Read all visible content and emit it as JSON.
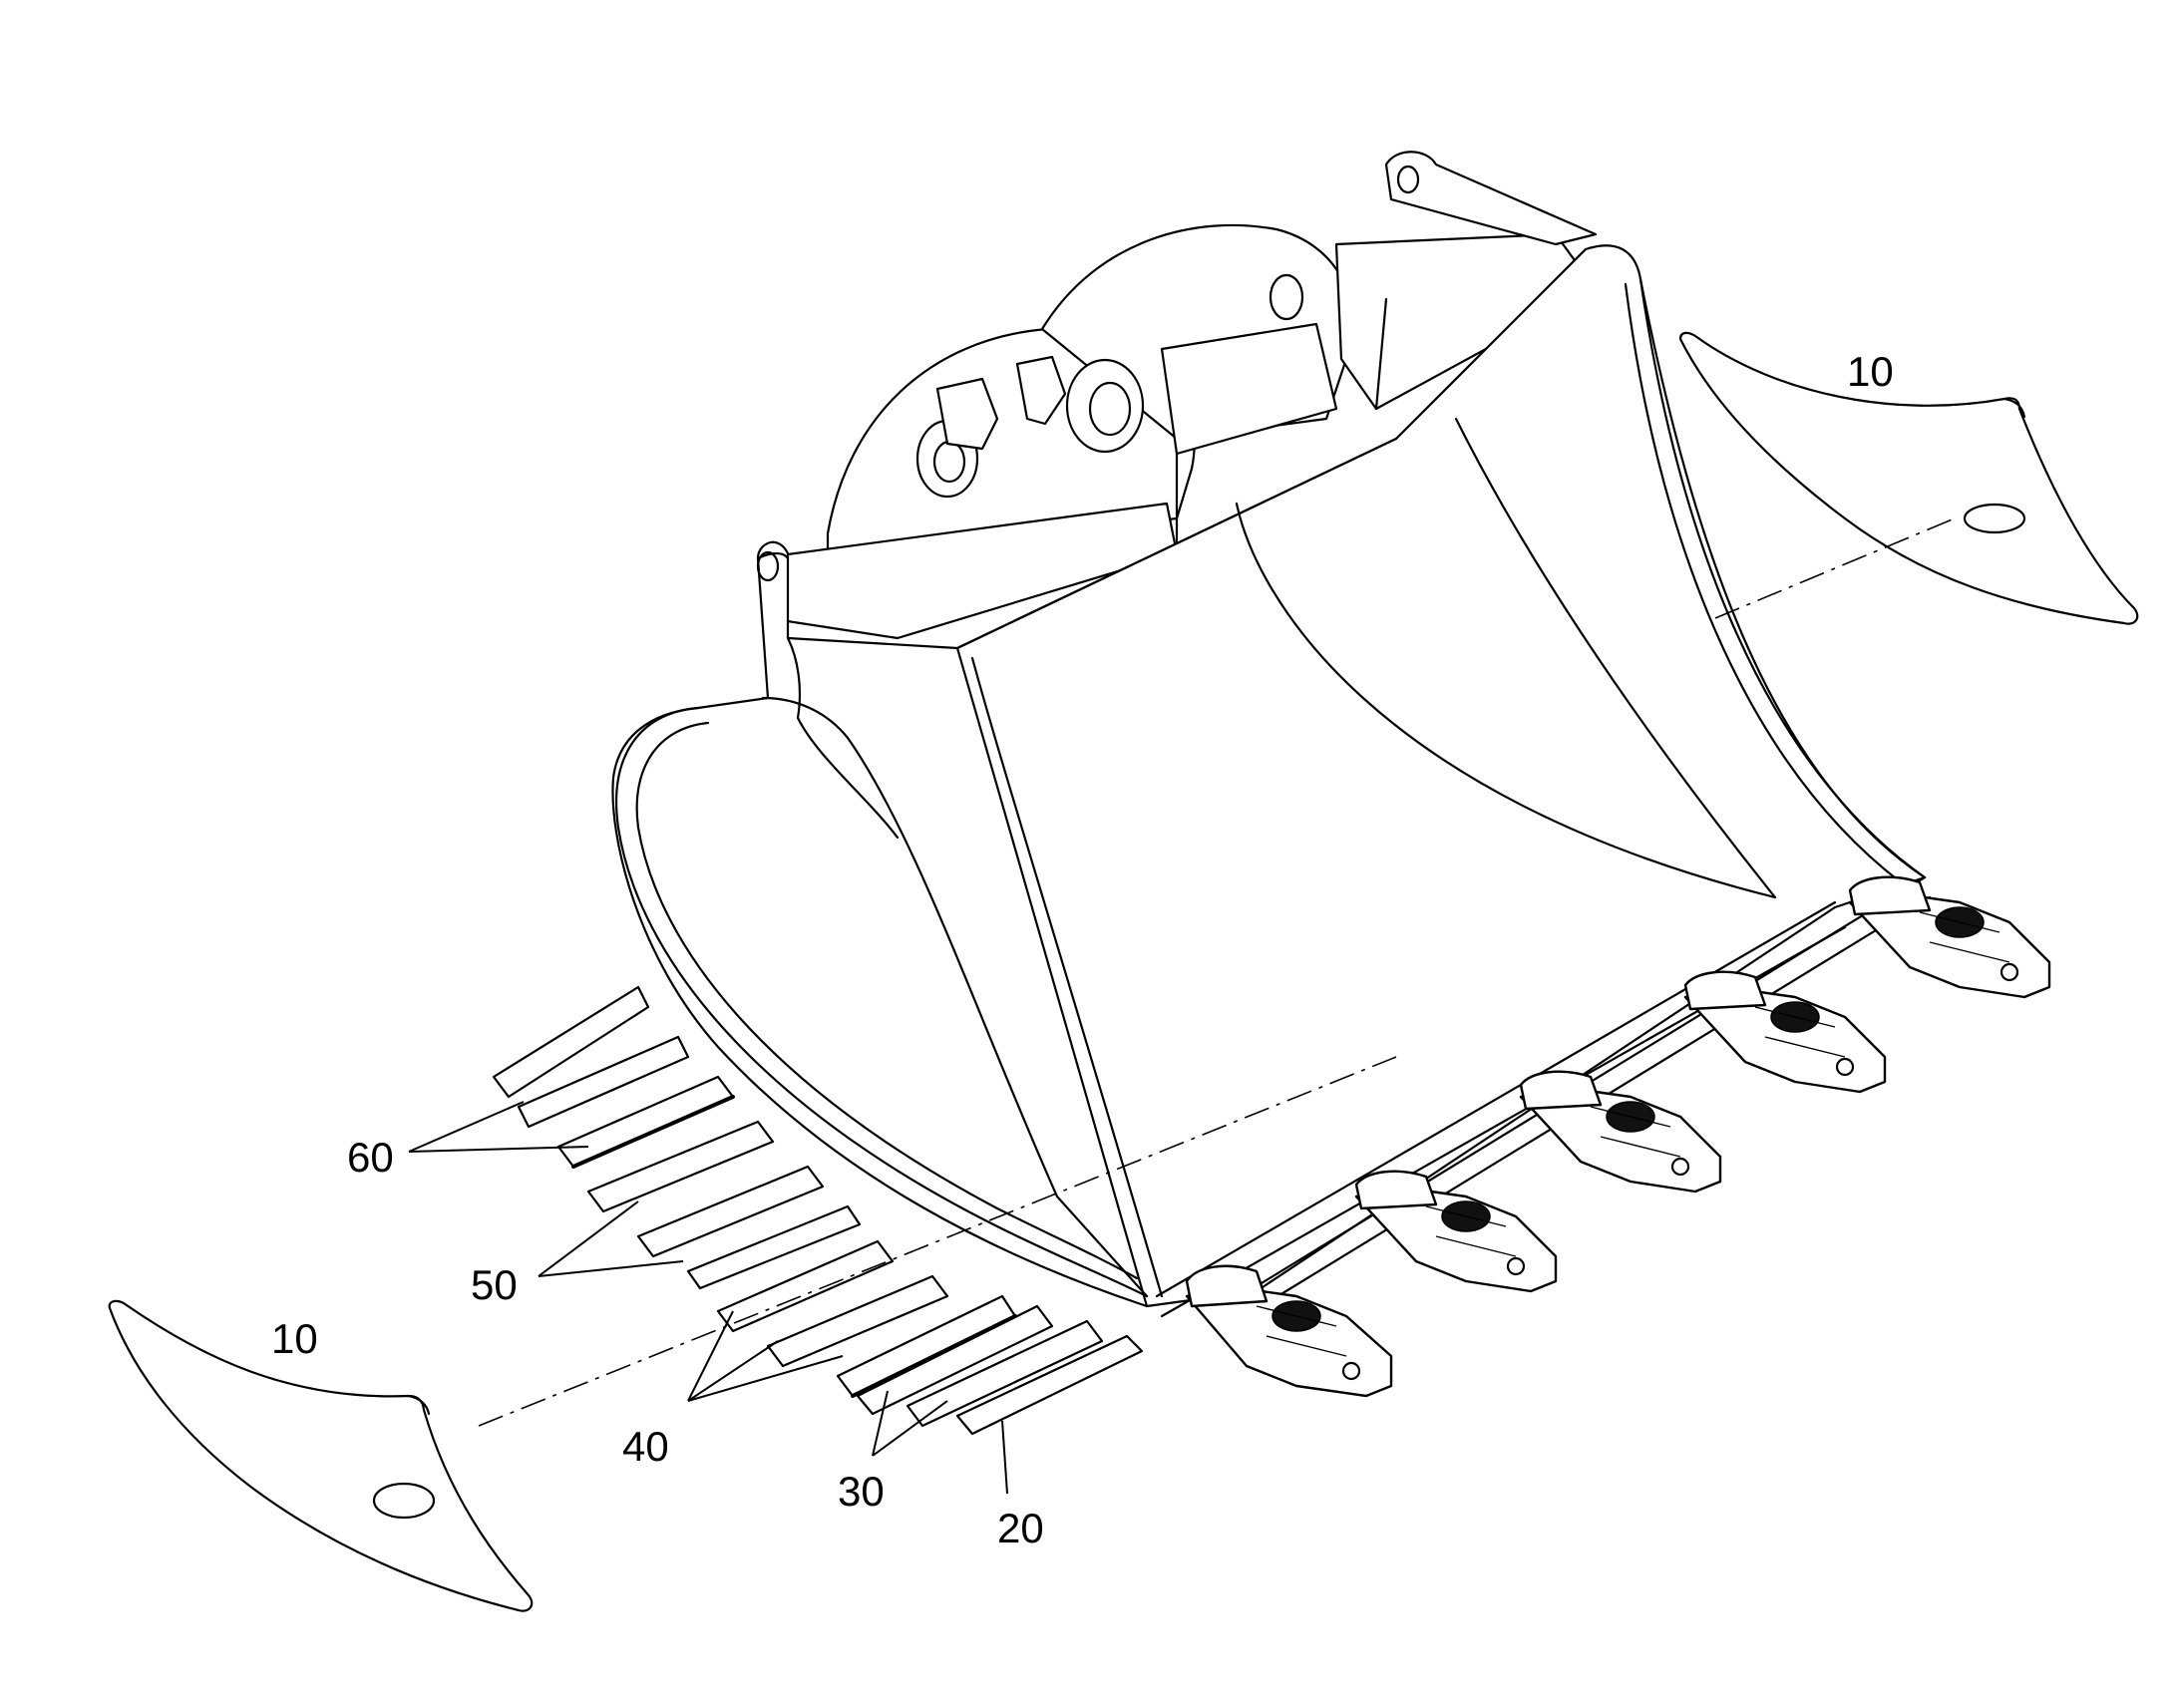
{
  "reference_numerals": {
    "side_plate_right": "10",
    "side_plate_left": "10",
    "wear_strips_60": "60",
    "wear_strips_50": "50",
    "wear_strips_40": "40",
    "wear_strips_30": "30",
    "wear_strip_20": "20"
  },
  "colors": {
    "line": "#000000",
    "background": "#ffffff"
  }
}
